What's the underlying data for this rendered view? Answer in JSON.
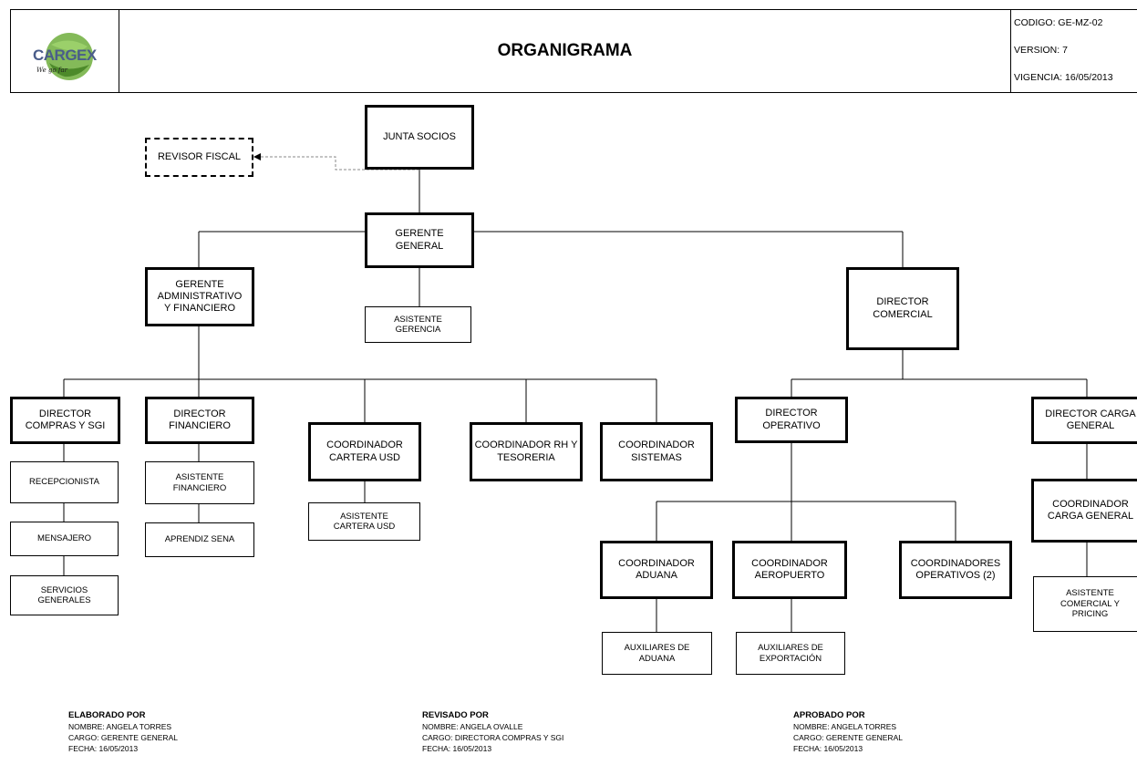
{
  "header": {
    "logo_text": "CARGEX",
    "logo_tagline": "We go far",
    "title": "ORGANIGRAMA",
    "codigo": "CODIGO:  GE-MZ-02",
    "version": "VERSION: 7",
    "vigencia": "VIGENCIA: 16/05/2013"
  },
  "org": {
    "junta_socios": "JUNTA SOCIOS",
    "revisor_fiscal": "REVISOR FISCAL",
    "gerente_general": "GERENTE\nGENERAL",
    "asistente_gerencia": "ASISTENTE\nGERENCIA",
    "gerente_admin": "GERENTE\nADMINISTRATIVO\nY FINANCIERO",
    "director_comercial": "DIRECTOR\nCOMERCIAL",
    "director_compras": "DIRECTOR\nCOMPRAS Y SGI",
    "director_financiero": "DIRECTOR\nFINANCIERO",
    "coord_cartera": "COORDINADOR\nCARTERA USD",
    "coord_rh": "COORDINADOR RH Y\nTESORERIA",
    "coord_sistemas": "COORDINADOR\nSISTEMAS",
    "director_operativo": "DIRECTOR\nOPERATIVO",
    "director_carga": "DIRECTOR  CARGA\nGENERAL",
    "recepcionista": "RECEPCIONISTA",
    "mensajero": "MENSAJERO",
    "servicios_generales": "SERVICIOS\nGENERALES",
    "asistente_financiero": "ASISTENTE\nFINANCIERO",
    "aprendiz_sena": "APRENDIZ SENA",
    "asistente_cartera": "ASISTENTE\nCARTERA USD",
    "coord_aduana": "COORDINADOR\nADUANA",
    "coord_aeropuerto": "COORDINADOR\nAEROPUERTO",
    "coords_operativos": "COORDINADORES\nOPERATIVOS (2)",
    "aux_aduana": "AUXILIARES DE\nADUANA",
    "aux_exportacion": "AUXILIARES DE\nEXPORTACIÓN",
    "coord_carga": "COORDINADOR\nCARGA GENERAL",
    "asistente_comercial": "ASISTENTE\nCOMERCIAL Y\nPRICING"
  },
  "signatures": {
    "elaborado": {
      "heading": "ELABORADO POR",
      "nombre": "NOMBRE: ANGELA TORRES",
      "cargo": "CARGO: GERENTE GENERAL",
      "fecha": "FECHA: 16/05/2013"
    },
    "revisado": {
      "heading": "REVISADO POR",
      "nombre": "NOMBRE: ANGELA OVALLE",
      "cargo": "CARGO: DIRECTORA COMPRAS Y SGI",
      "fecha": "FECHA: 16/05/2013"
    },
    "aprobado": {
      "heading": "APROBADO POR",
      "nombre": "NOMBRE: ANGELA TORRES",
      "cargo": "CARGO: GERENTE GENERAL",
      "fecha": "FECHA: 16/05/2013"
    }
  }
}
